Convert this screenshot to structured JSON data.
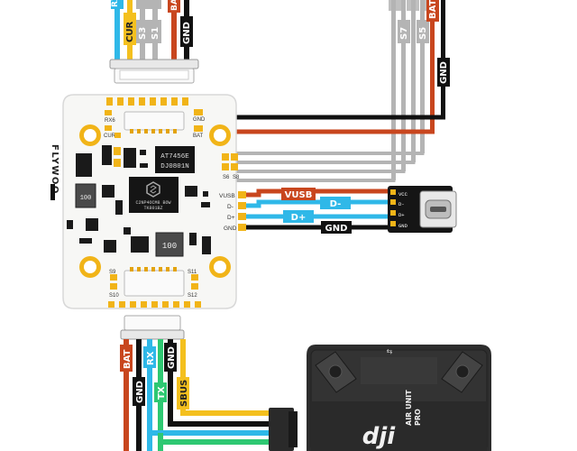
{
  "top_left_connector": {
    "wire_labels": [
      "RX",
      "CUR",
      "S3",
      "S1",
      "BAT",
      "GND"
    ]
  },
  "top_right_connector": {
    "wire_labels": [
      "S7",
      "S5",
      "BAT",
      "GND"
    ]
  },
  "board": {
    "brand": "FLYWOO",
    "mcu_line1": "AT7456E",
    "mcu_line2": "DJ0801N",
    "gyro_line1": "C2NP4OCM8 BOW",
    "gyro_line2": "TK801BZ",
    "inductor_value": "100",
    "silk": {
      "rx6": "RX6",
      "cur": "CUR",
      "gnd_top": "GND",
      "bat_top": "BAT",
      "s6": "S6",
      "s8": "S8",
      "vusb": "VUSB",
      "dminus": "D-",
      "dplus": "D+",
      "gnd_usb": "GND",
      "s9": "S9",
      "s10": "S10",
      "s11": "S11",
      "s12": "S12"
    }
  },
  "usb_connection": {
    "wire_labels": [
      "VUSB",
      "D-",
      "D+",
      "GND"
    ],
    "module_pads": [
      "VCC",
      "D-",
      "D+",
      "GND"
    ]
  },
  "bottom_connector": {
    "wire_labels": [
      "BAT",
      "GND",
      "RX",
      "TX",
      "GND",
      "SBUS"
    ]
  },
  "air_unit": {
    "brand": "dji",
    "line1": "AIR UNIT",
    "line2": "PRO"
  },
  "colors": {
    "wire_red": "#c8461e",
    "wire_black": "#111111",
    "wire_blue": "#2fb8e8",
    "wire_yellow": "#f4c01e",
    "wire_gray": "#b4b4b4",
    "wire_green": "#2ec872",
    "pad_gold": "#f1b418",
    "board_white": "#f7f7f5"
  }
}
